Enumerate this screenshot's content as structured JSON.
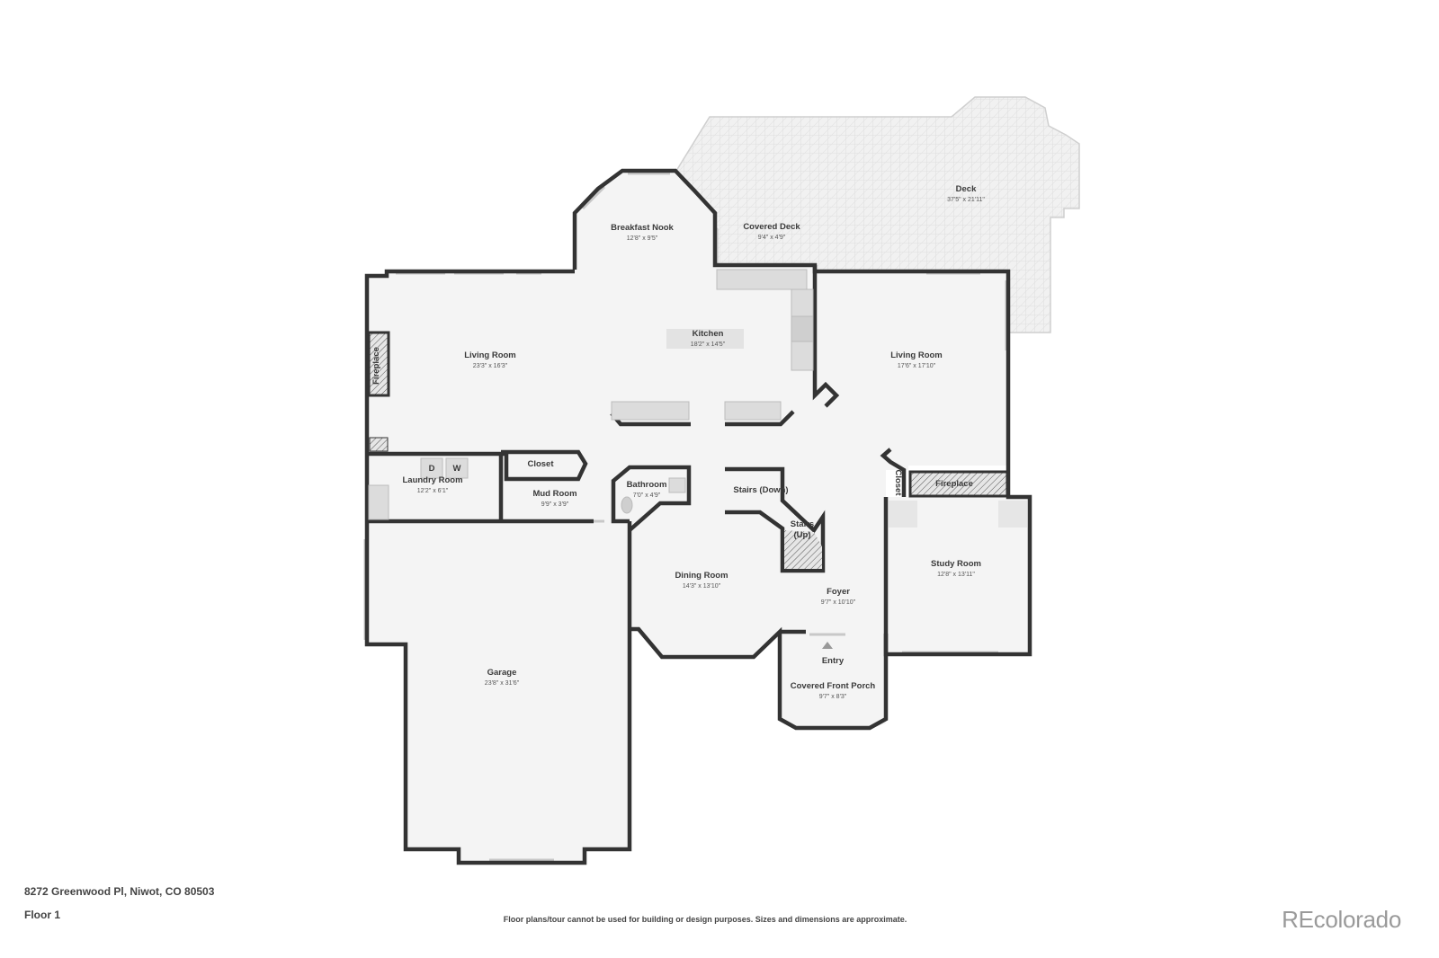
{
  "rooms": {
    "deck": {
      "name": "Deck",
      "dim": "37'5\" x 21'11\""
    },
    "covered_deck": {
      "name": "Covered Deck",
      "dim": "9'4\" x 4'9\""
    },
    "breakfast_nook": {
      "name": "Breakfast Nook",
      "dim": "12'8\" x 9'5\""
    },
    "kitchen": {
      "name": "Kitchen",
      "dim": "18'2\" x 14'5\""
    },
    "living_room_left": {
      "name": "Living Room",
      "dim": "23'3\" x 16'3\""
    },
    "living_room_right": {
      "name": "Living Room",
      "dim": "17'6\" x 17'10\""
    },
    "laundry": {
      "name": "Laundry Room",
      "dim": "12'2\" x 6'1\""
    },
    "mud": {
      "name": "Mud Room",
      "dim": "9'9\" x 3'9\""
    },
    "bathroom": {
      "name": "Bathroom",
      "dim": "7'0\" x 4'9\""
    },
    "dining": {
      "name": "Dining Room",
      "dim": "14'3\" x 13'10\""
    },
    "foyer": {
      "name": "Foyer",
      "dim": "9'7\" x 10'10\""
    },
    "study": {
      "name": "Study Room",
      "dim": "12'8\" x 13'11\""
    },
    "garage": {
      "name": "Garage",
      "dim": "23'8\" x 31'6\""
    },
    "porch": {
      "name": "Covered Front Porch",
      "dim": "9'7\" x 8'3\""
    }
  },
  "labels": {
    "closet_left": "Closet",
    "closet_right": "Closet",
    "fireplace_left": "Fireplace",
    "fireplace_right": "Fireplace",
    "stairs_down": "Stairs (Down)",
    "stairs_up_1": "Stairs",
    "stairs_up_2": "(Up)",
    "entry": "Entry",
    "dryer": "D",
    "washer": "W"
  },
  "footer": {
    "address": "8272 Greenwood Pl, Niwot, CO 80503",
    "floor": "Floor 1",
    "disclaimer": "Floor plans/tour cannot be used for building or design purposes. Sizes and dimensions are approximate.",
    "brand": "REcolorado"
  },
  "colors": {
    "wall": "#333333",
    "floor": "#f3f3f3",
    "deck": "#efefef",
    "fixture": "#dcdcdc"
  }
}
